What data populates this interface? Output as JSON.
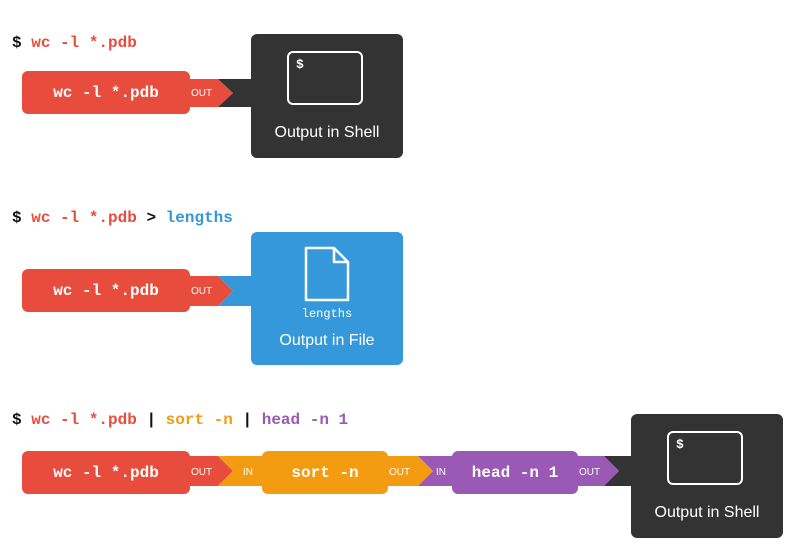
{
  "colors": {
    "red": "#e74c3c",
    "orange": "#f39c12",
    "purple": "#9b59b6",
    "blue": "#3498db",
    "dark": "#333333",
    "text": "#111111"
  },
  "row1": {
    "prompt": "$",
    "command": "wc -l *.pdb",
    "process_label": "wc -l *.pdb",
    "out_label": "OUT",
    "shell_prompt": "$",
    "panel_label": "Output in Shell",
    "screen_icon": "terminal-screen-icon"
  },
  "row2": {
    "prompt": "$",
    "command": "wc -l *.pdb",
    "redirect": ">",
    "target": "lengths",
    "process_label": "wc -l *.pdb",
    "out_label": "OUT",
    "file_name": "lengths",
    "panel_label": "Output in File",
    "file_icon": "document-icon"
  },
  "row3": {
    "prompt": "$",
    "cmd1": "wc -l *.pdb",
    "pipe1": "|",
    "cmd2": "sort -n",
    "pipe2": "|",
    "cmd3": "head -n 1",
    "box1": "wc -l *.pdb",
    "box2": "sort -n",
    "box3": "head -n 1",
    "out1": "OUT",
    "in2": "IN",
    "out2": "OUT",
    "in3": "IN",
    "out3": "OUT",
    "shell_prompt": "$",
    "panel_label": "Output in Shell",
    "screen_icon": "terminal-screen-icon"
  }
}
